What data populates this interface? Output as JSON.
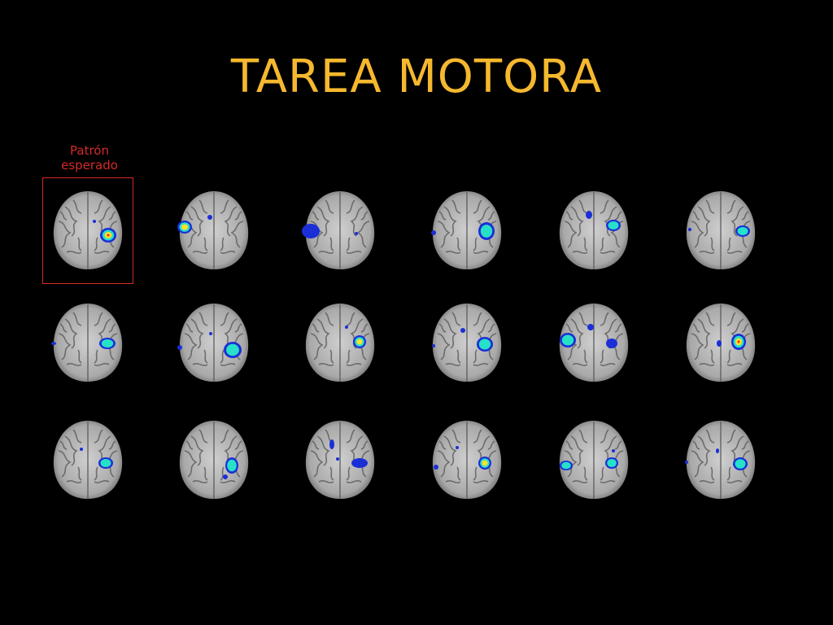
{
  "title": "TAREA MOTORA",
  "reference_label": [
    "Patrón",
    "esperado"
  ],
  "colors": {
    "background": "#000000",
    "title": "#f5b82e",
    "reference": "#d42a2a",
    "brain_light": "#cfcfcf",
    "brain_dark": "#6f6f6f",
    "activation_low": "#1a2fd6",
    "activation_mid": "#27e0c8",
    "activation_high": "#ffe02a",
    "activation_peak": "#ff2a10"
  },
  "rows": 3,
  "columns": 6,
  "reference_cell": {
    "row": 0,
    "col": 0
  },
  "icons": [
    "brain-scan-icon"
  ]
}
